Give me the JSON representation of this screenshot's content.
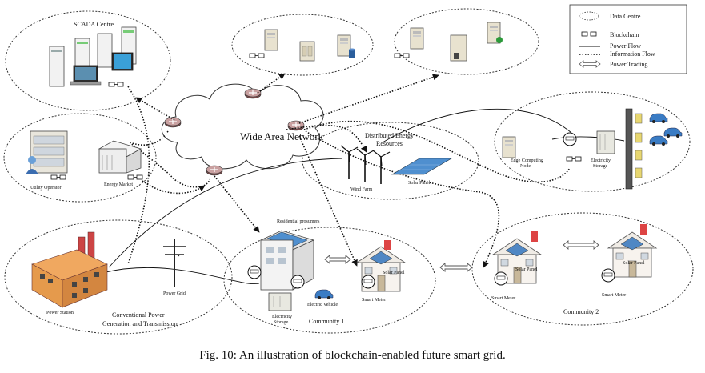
{
  "legend": {
    "data_centre": "Data Centre",
    "blockchain": "Blockchain",
    "power_flow": "Power Flow",
    "information_flow": "Information Flow",
    "power_trading": "Power Trading"
  },
  "nodes": {
    "scada_centre": "SCADA Centre",
    "wide_area_network": "Wide Area Network",
    "utility_operator": "Utility Operator",
    "energy_market": "Energy Market",
    "distributed_energy_resources": [
      "Distributed Energy",
      "Resources"
    ],
    "wind_farm": "Wind Farm",
    "solar_panel": "Solar Panel",
    "edge_computing_node": [
      "Edge Computing",
      "Node"
    ],
    "electricity_storage": [
      "Electricity",
      "Storage"
    ],
    "residential_prosumers": "Residential prosumers",
    "power_station": "Power Station",
    "conventional_power": [
      "Conventional Power",
      "Generation and Transmission"
    ],
    "power_grid": "Power Grid",
    "electric_vehicle": "Electric Vehicle",
    "smart_meter": "Smart Meter",
    "community_1": "Community 1",
    "community_2": "Community 2"
  },
  "caption": "Fig. 10: An illustration of blockchain-enabled future smart grid."
}
